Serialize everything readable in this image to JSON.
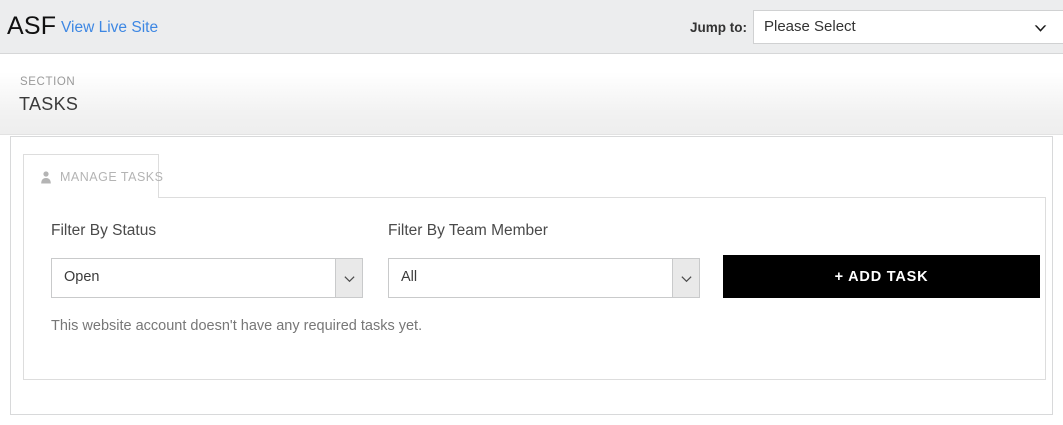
{
  "header": {
    "brand": "ASF",
    "live_site_link": "View Live Site",
    "live_link_color": "#3d87e3",
    "jump_to_label": "Jump to:",
    "jump_to_value": "Please Select",
    "jump_to_icon": "chevron-down-icon"
  },
  "section": {
    "eyebrow": "SECTION",
    "title": "TASKS"
  },
  "tabs": [
    {
      "label": "MANAGE TASKS",
      "icon": "user-icon",
      "active": true
    }
  ],
  "filters": {
    "status": {
      "label": "Filter By Status",
      "value": "Open",
      "icon": "chevron-down-icon"
    },
    "team_member": {
      "label": "Filter By Team Member",
      "value": "All",
      "icon": "chevron-down-icon"
    }
  },
  "actions": {
    "add_task_label": "+ ADD TASK",
    "add_task_bg": "#000000"
  },
  "content": {
    "empty_message": "This website account doesn't have any required tasks yet."
  }
}
